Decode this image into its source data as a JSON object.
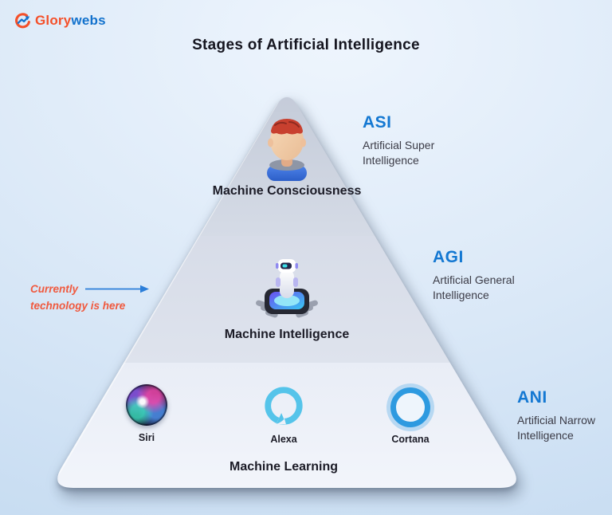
{
  "logo": {
    "icon": "glorywebs-logo-icon",
    "text_primary": "Glory",
    "text_secondary": "webs"
  },
  "title": "Stages of Artificial Intelligence",
  "annotation": {
    "line1": "Currently",
    "line2": "technology is here",
    "arrow_icon": "right-arrow-icon"
  },
  "pyramid": {
    "levels": [
      {
        "abbr": "ASI",
        "desc_line1": "Artificial Super",
        "desc_line2": "Intelligence",
        "stage": "Machine Consciousness",
        "icon": "human-head-brain-icon"
      },
      {
        "abbr": "AGI",
        "desc_line1": "Artificial General",
        "desc_line2": "Intelligence",
        "stage": "Machine Intelligence",
        "icon": "robot-on-chip-icon"
      },
      {
        "abbr": "ANI",
        "desc_line1": "Artificial Narrow",
        "desc_line2": "Intelligence",
        "stage": "Machine Learning",
        "assistants": [
          {
            "name": "Siri",
            "icon": "siri-icon"
          },
          {
            "name": "Alexa",
            "icon": "alexa-icon"
          },
          {
            "name": "Cortana",
            "icon": "cortana-icon"
          }
        ]
      }
    ]
  },
  "colors": {
    "abbr_blue": "#1478d2",
    "annotation_orange": "#f0593e",
    "logo_orange": "#f4502a",
    "logo_blue": "#1372cd",
    "title_dark": "#15151f",
    "pyramid_top": "#c9d0dd",
    "pyramid_middle": "#d9deea",
    "pyramid_bottom": "#eef2f9",
    "alexa_blue": "#55c4ea",
    "cortana_blue": "#2d9ae0"
  }
}
